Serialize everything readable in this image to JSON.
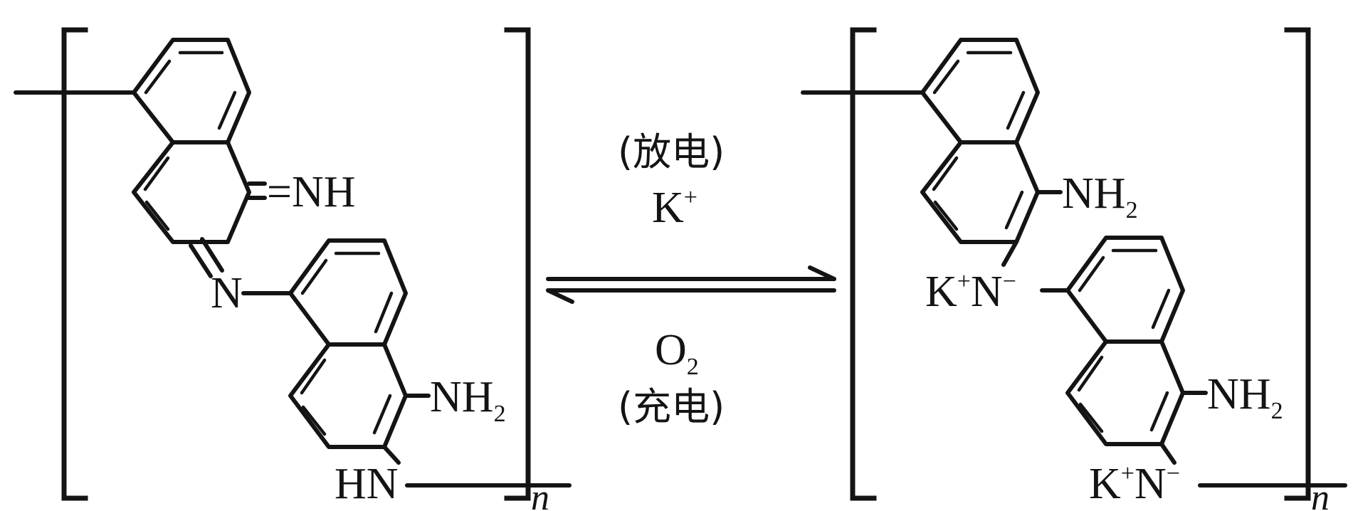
{
  "reactant": {
    "labels": {
      "imine": "=NH",
      "bridge_n": "N",
      "amine": "NH",
      "amine_sub": "2",
      "sec_amine": "HN",
      "repeat": "n"
    }
  },
  "product": {
    "labels": {
      "amine_top": "NH",
      "amine_top_sub": "2",
      "anion_n_cation": "K",
      "anion_n_cation_sup": "+",
      "anion_n_atom": "N",
      "anion_n_sup": "−",
      "amine_bottom": "NH",
      "amine_bottom_sub": "2",
      "bottom_cation": "K",
      "bottom_cation_sup": "+",
      "bottom_n_atom": "N",
      "bottom_n_sup": "−",
      "repeat": "n"
    }
  },
  "reaction": {
    "forward_condition": "(放电)",
    "forward_reagent": "K",
    "forward_reagent_sup": "+",
    "reverse_reagent": "O",
    "reverse_reagent_sub": "2",
    "reverse_condition": "(充电)"
  },
  "colors": {
    "ink": "#141414",
    "background": "#ffffff"
  }
}
